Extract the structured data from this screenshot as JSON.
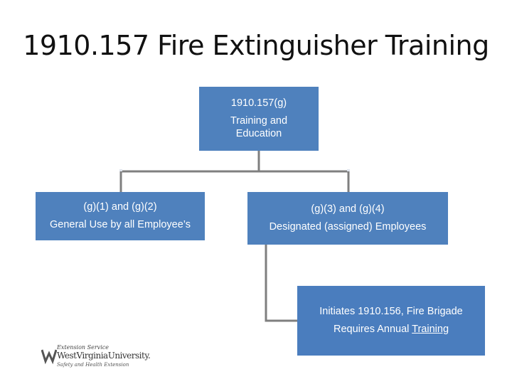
{
  "title": "1910.157 Fire Extinguisher Training",
  "colors": {
    "box": "#4f81bd",
    "connector": "#7f7f7f",
    "brigade_box": "#4a7dbe"
  },
  "nodes": {
    "root": {
      "line1": "1910.157(g)",
      "line2": "Training and Education"
    },
    "general": {
      "line1": "(g)(1) and (g)(2)",
      "line2": "General Use by all Employee’s"
    },
    "designated": {
      "line1": "(g)(3) and (g)(4)",
      "line2": "Designated (assigned) Employees"
    },
    "brigade": {
      "line1": "Initiates 1910.156, Fire Brigade",
      "line2_prefix": "Requires Annual ",
      "line2_link": "Training"
    }
  },
  "logo": {
    "line1": "Extension Service",
    "line2": "WestVirginiaUniversity.",
    "line3": "Safety and Health Extension",
    "icon": "wv-flying-wv-logo-icon"
  }
}
